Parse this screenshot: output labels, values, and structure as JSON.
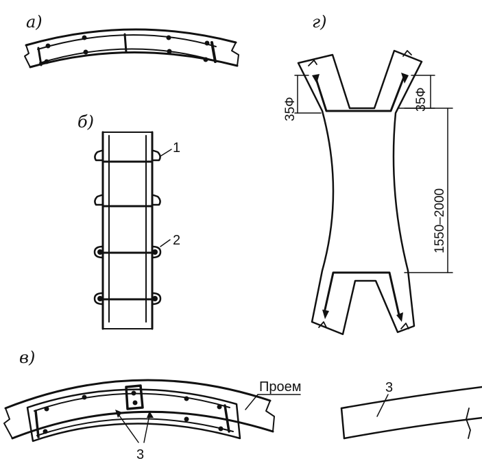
{
  "panels": {
    "a": {
      "label": "а)"
    },
    "b": {
      "label": "б)",
      "callout_1": "1",
      "callout_2": "2"
    },
    "v": {
      "label": "в)",
      "callout_3": "3",
      "opening_label": "Проем",
      "detail_callout_3": "3"
    },
    "g": {
      "label": "г)",
      "dim_left": "35Ф",
      "dim_right": "35Ф",
      "dim_height": "1550–2000"
    }
  }
}
